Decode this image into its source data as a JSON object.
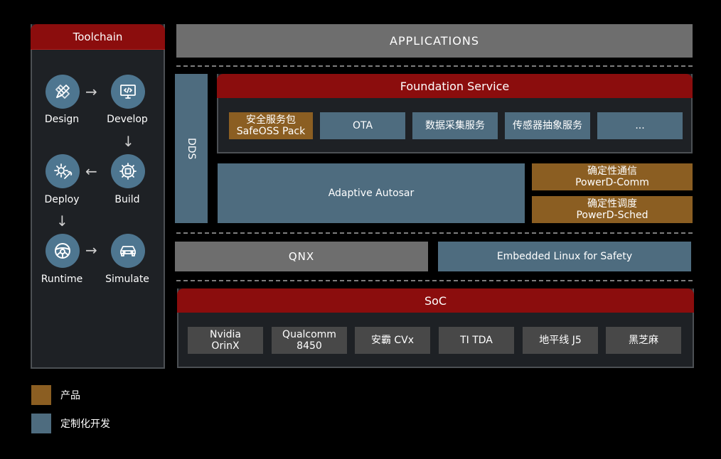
{
  "colors": {
    "red_header": "#8b0d0d",
    "product_gold": "#8b5e22",
    "custom_steel": "#4e6c7f",
    "gray": "#6e6e6e",
    "panel_bg": "#1e2125"
  },
  "toolchain": {
    "title": "Toolchain",
    "tools": [
      {
        "label": "Design",
        "icon": "pencil-ruler-icon"
      },
      {
        "label": "Develop",
        "icon": "monitor-code-icon"
      },
      {
        "label": "Build",
        "icon": "chip-gear-icon"
      },
      {
        "label": "Deploy",
        "icon": "gear-wrench-icon"
      },
      {
        "label": "Runtime",
        "icon": "steering-wheel-icon"
      },
      {
        "label": "Simulate",
        "icon": "car-icon"
      }
    ]
  },
  "applications": "APPLICATIONS",
  "dds": "DDS",
  "foundation": {
    "title": "Foundation Service",
    "items": [
      {
        "line1": "安全服务包",
        "line2": "SafeOSS Pack"
      },
      {
        "line1": "OTA"
      },
      {
        "line1": "数据采集服务"
      },
      {
        "line1": "传感器抽象服务"
      },
      {
        "line1": "..."
      }
    ]
  },
  "adaptive_autosar": "Adaptive Autosar",
  "powerd_comm": {
    "line1": "确定性通信",
    "line2": "PowerD-Comm"
  },
  "powerd_sched": {
    "line1": "确定性调度",
    "line2": "PowerD-Sched"
  },
  "qnx": "QNX",
  "embedded_linux": "Embedded Linux for Safety",
  "soc": {
    "title": "SoC",
    "items": [
      {
        "line1": "Nvidia",
        "line2": "OrinX"
      },
      {
        "line1": "Qualcomm",
        "line2": "8450"
      },
      {
        "line1": "安霸 CVx"
      },
      {
        "line1": "TI TDA"
      },
      {
        "line1": "地平线 J5"
      },
      {
        "line1": "黑芝麻"
      }
    ]
  },
  "legend": [
    {
      "label": "产品",
      "color": "#8b5e22"
    },
    {
      "label": "定制化开发",
      "color": "#4e6c7f"
    }
  ]
}
